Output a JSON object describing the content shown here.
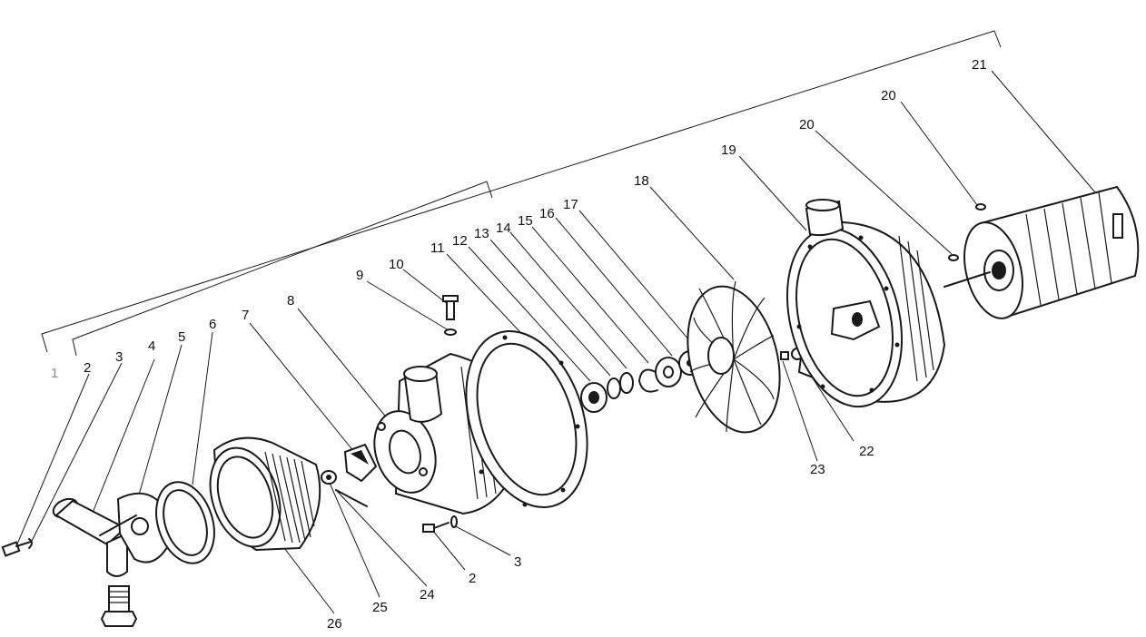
{
  "callouts": {
    "c1": "1",
    "c2a": "2",
    "c3a": "3",
    "c4": "4",
    "c5": "5",
    "c6": "6",
    "c7": "7",
    "c8": "8",
    "c9": "9",
    "c10": "10",
    "c11": "11",
    "c12": "12",
    "c13": "13",
    "c14": "14",
    "c15": "15",
    "c16": "16",
    "c17": "17",
    "c18": "18",
    "c19": "19",
    "c20a": "20",
    "c20b": "20",
    "c21": "21",
    "c22": "22",
    "c23": "23",
    "c24": "24",
    "c25": "25",
    "c26": "26",
    "c2b": "2",
    "c3b": "3"
  },
  "colors": {
    "ink": "#1a1a1a",
    "faint_label": "#888888",
    "paper": "#ffffff"
  }
}
